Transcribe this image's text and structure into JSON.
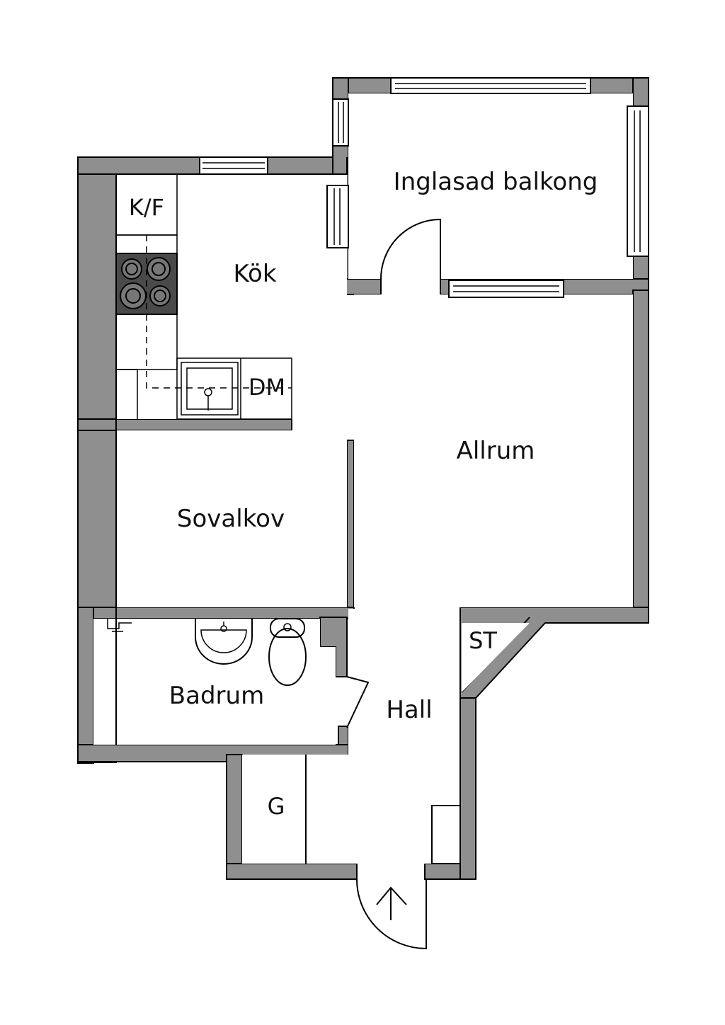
{
  "rooms": {
    "balcony": "Inglasad balkong",
    "kitchen": "Kök",
    "living": "Allrum",
    "alcove": "Sovalkov",
    "bathroom": "Badrum",
    "hall": "Hall"
  },
  "fixtures": {
    "fridge_freezer": "K/F",
    "dishwasher": "DM",
    "storage": "ST",
    "wardrobe": "G"
  },
  "colors": {
    "wall": "#8f8f8f",
    "hob": "#4a4a4a",
    "background": "#ffffff"
  },
  "icons": [
    "entrance-arrow-icon",
    "stove-icon",
    "sink-icon",
    "toilet-icon",
    "washbasin-icon",
    "faucet-icon"
  ]
}
